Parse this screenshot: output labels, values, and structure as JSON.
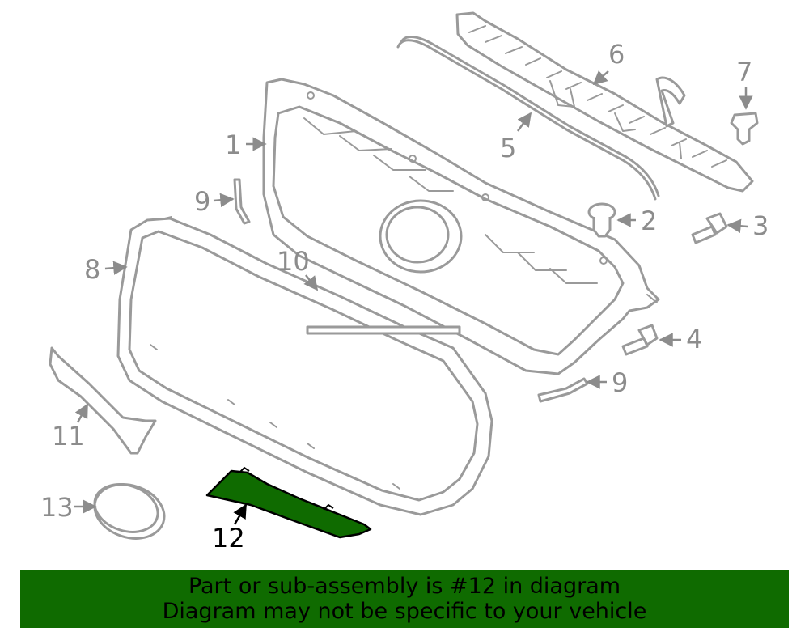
{
  "diagram": {
    "highlight_color": "#0f6b00",
    "callouts": {
      "c1": "1",
      "c2": "2",
      "c3": "3",
      "c4": "4",
      "c5": "5",
      "c6": "6",
      "c7": "7",
      "c8": "8",
      "c9a": "9",
      "c9b": "9",
      "c10": "10",
      "c11": "11",
      "c12": "12",
      "c13": "13"
    }
  },
  "banner": {
    "line1": "Part or sub-assembly is #12 in diagram",
    "line2": "Diagram may not be specific to your vehicle",
    "color": "#0f6b00"
  }
}
